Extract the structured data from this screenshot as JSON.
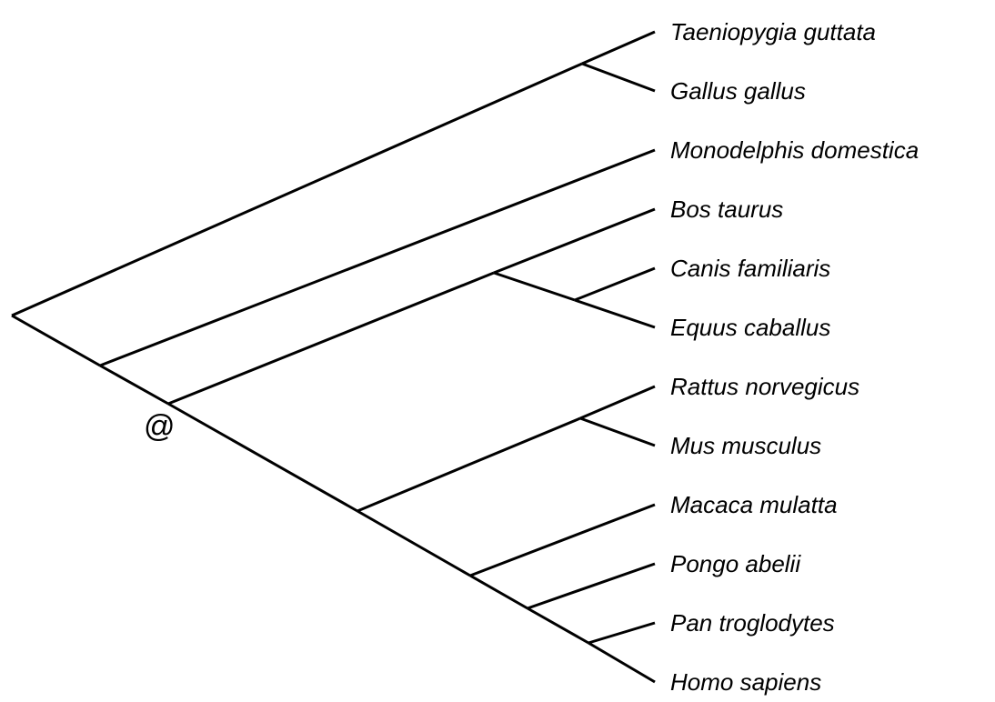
{
  "diagram": {
    "type": "cladogram",
    "line_color": "#000000",
    "marked_node_symbol": "@",
    "taxa": [
      "Taeniopygia guttata",
      "Gallus gallus",
      "Monodelphis domestica",
      "Bos taurus",
      "Canis familiaris",
      "Equus caballus",
      "Rattus norvegicus",
      "Mus musculus",
      "Macaca mulatta",
      "Pongo abelii",
      "Pan troglodytes",
      "Homo sapiens"
    ],
    "tree": "(((Taeniopygia guttata,Gallus gallus),(Monodelphis domestica,((Bos taurus,(Canis familiaris,Equus caballus)),((Rattus norvegicus,Mus musculus),(Macaca mulatta,(Pongo abelii,(Pan troglodytes,Homo sapiens))))))))",
    "marked_node": "Bos taurus + Canis familiaris + Equus caballus + Rattus norvegicus + Mus musculus + Macaca mulatta + Pongo abelii + Pan troglodytes + Homo sapiens"
  }
}
